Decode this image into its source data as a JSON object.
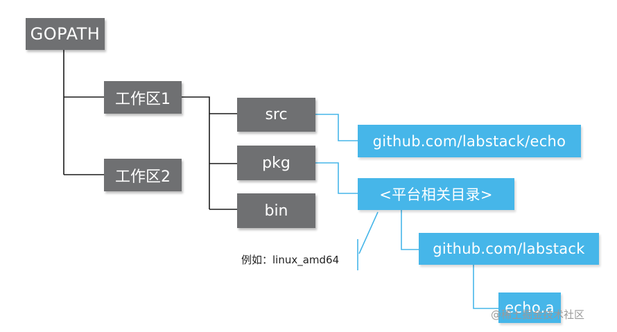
{
  "nodes": {
    "gopath": "GOPATH",
    "workspace1": "工作区1",
    "workspace2": "工作区2",
    "src": "src",
    "pkg": "pkg",
    "bin": "bin",
    "echo_repo": "github.com/labstack/echo",
    "platform_dir": "<平台相关目录>",
    "labstack_dir": "github.com/labstack",
    "echo_archive": "echo.a"
  },
  "annotation": "例如：linux_amd64",
  "watermark": "@稀土掘金技术社区",
  "colors": {
    "gray_box": "#6f7072",
    "blue_box": "#46b6e9",
    "gray_line": "#1a1a1a",
    "blue_line": "#46b6e9"
  }
}
